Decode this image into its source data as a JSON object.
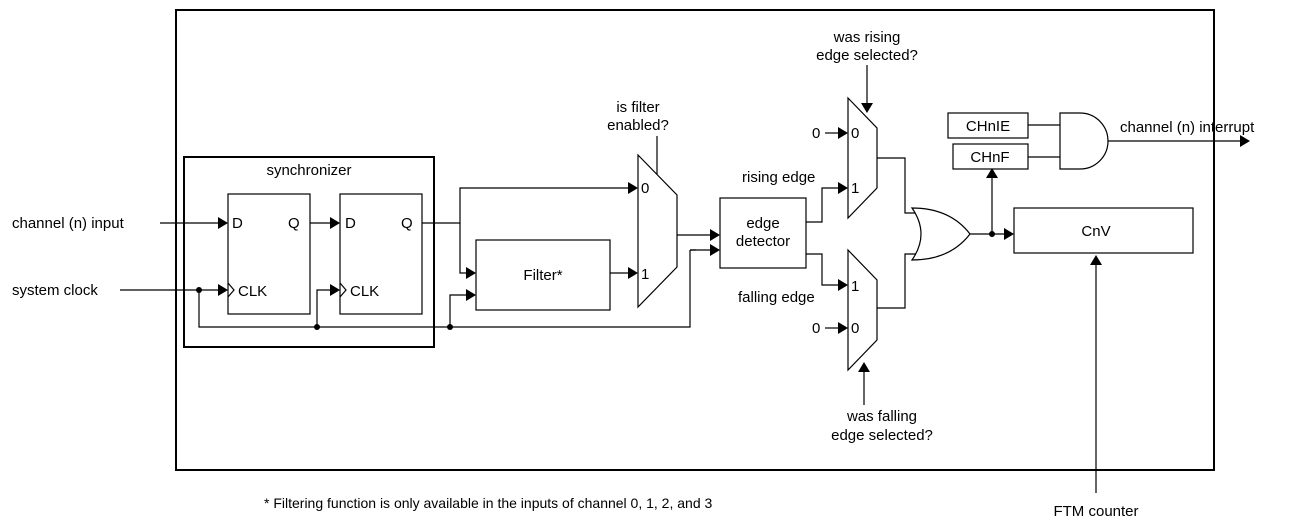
{
  "labels": {
    "channel_input": "channel (n) input",
    "system_clock": "system clock",
    "synchronizer": "synchronizer",
    "ff1_d": "D",
    "ff1_q": "Q",
    "ff1_clk": "CLK",
    "ff2_d": "D",
    "ff2_q": "Q",
    "ff2_clk": "CLK",
    "filter": "Filter*",
    "filter_mux_q_line1": "is filter",
    "filter_mux_q_line2": "enabled?",
    "filter_mux_in0": "0",
    "filter_mux_in1": "1",
    "edge_detector_line1": "edge",
    "edge_detector_line2": "detector",
    "rising_edge": "rising edge",
    "falling_edge": "falling edge",
    "rising_mux_q_line1": "was rising",
    "rising_mux_q_line2": "edge selected?",
    "falling_mux_q_line1": "was falling",
    "falling_mux_q_line2": "edge selected?",
    "rising_mux_in0": "0",
    "rising_mux_in1": "1",
    "rising_mux_const": "0",
    "falling_mux_in0": "0",
    "falling_mux_in1": "1",
    "falling_mux_const": "0",
    "chnie": "CHnIE",
    "chnf": "CHnF",
    "channel_interrupt": "channel (n) interrupt",
    "cnv": "CnV",
    "ftm_counter": "FTM counter",
    "footnote": "* Filtering function is only available in the inputs of channel 0, 1, 2, and 3"
  }
}
